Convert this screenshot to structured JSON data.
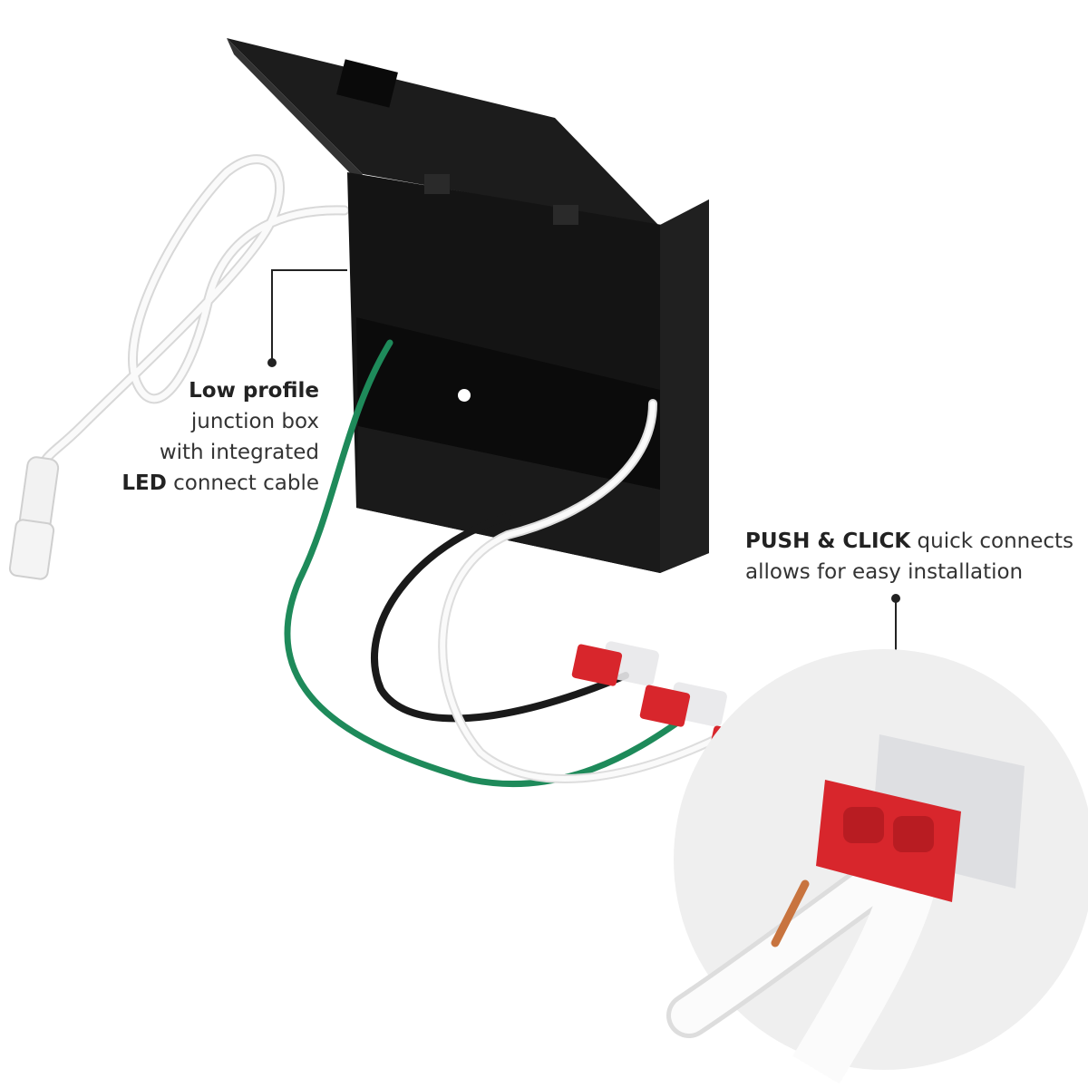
{
  "callouts": {
    "junction_box": {
      "line1_bold": "Low profile",
      "line2": "junction box",
      "line3": "with integrated",
      "line4_bold": "LED",
      "line4_rest": " connect cable"
    },
    "quick_connects": {
      "line1_bold": "PUSH & CLICK",
      "line1_rest": " quick connects",
      "line2": "allows for easy installation"
    }
  },
  "colors": {
    "box": "#141414",
    "connector_red": "#d8262c",
    "wire_green": "#1e8a5a",
    "wire_black": "#1a1a1a",
    "wire_white": "#f4f4f4",
    "inset_bg": "#efefef"
  }
}
